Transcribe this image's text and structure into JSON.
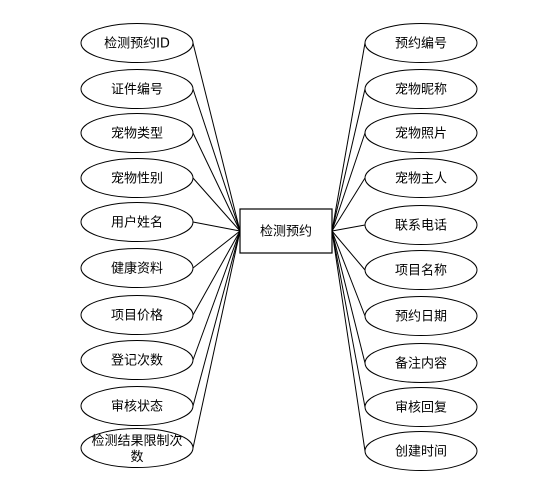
{
  "entity": {
    "label": "检测预约"
  },
  "left_attributes": [
    {
      "label": "检测预约ID"
    },
    {
      "label": "证件编号"
    },
    {
      "label": "宠物类型"
    },
    {
      "label": "宠物性别"
    },
    {
      "label": "用户姓名"
    },
    {
      "label": "健康资料"
    },
    {
      "label": "项目价格"
    },
    {
      "label": "登记次数"
    },
    {
      "label": "审核状态"
    },
    {
      "label": "检测结果限制次",
      "label_line2": "数"
    }
  ],
  "right_attributes": [
    {
      "label": "预约编号"
    },
    {
      "label": "宠物昵称"
    },
    {
      "label": "宠物照片"
    },
    {
      "label": "宠物主人"
    },
    {
      "label": "联系电话"
    },
    {
      "label": "项目名称"
    },
    {
      "label": "预约日期"
    },
    {
      "label": "备注内容"
    },
    {
      "label": "审核回复"
    },
    {
      "label": "创建时间"
    }
  ]
}
